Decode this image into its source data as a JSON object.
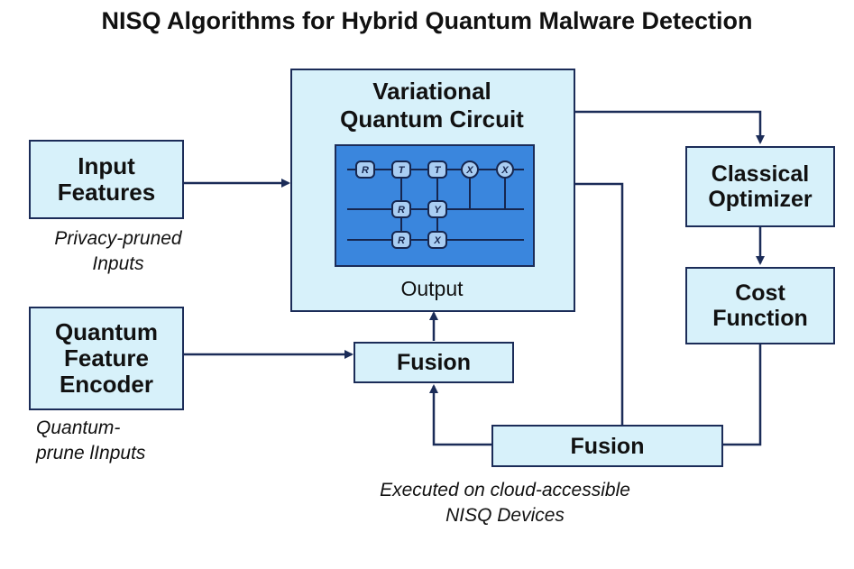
{
  "title": "NISQ Algorithms for Hybrid Quantum Malware Detection",
  "boxes": {
    "input_features": "Input\nFeatures",
    "quantum_feature_encoder": "Quantum\nFeature\nEncoder",
    "variational_circuit": "Variational\nQuantum Circuit",
    "variational_output": "Output",
    "fusion_top": "Fusion",
    "fusion_bottom": "Fusion",
    "classical_optimizer": "Classical\nOptimizer",
    "cost_function": "Cost\nFunction"
  },
  "notes": {
    "privacy_pruned": "Privacy-pruned\nInputs",
    "quantum_prune": "Quantum-\nprune lInputs",
    "executed_on": "Executed on cloud-accessible\nNISQ Devices"
  },
  "circuit_gates": {
    "wire1": [
      "R",
      "T",
      "T",
      "X",
      "X"
    ],
    "wire2": [
      "R",
      "Y"
    ],
    "wire3": [
      "R",
      "X"
    ]
  },
  "colors": {
    "box_fill": "#d7f1fa",
    "border": "#1b2c58",
    "arrow": "#1b2c58",
    "circuit_fill": "#3a86dd",
    "gate_fill": "#a9cdf2"
  }
}
